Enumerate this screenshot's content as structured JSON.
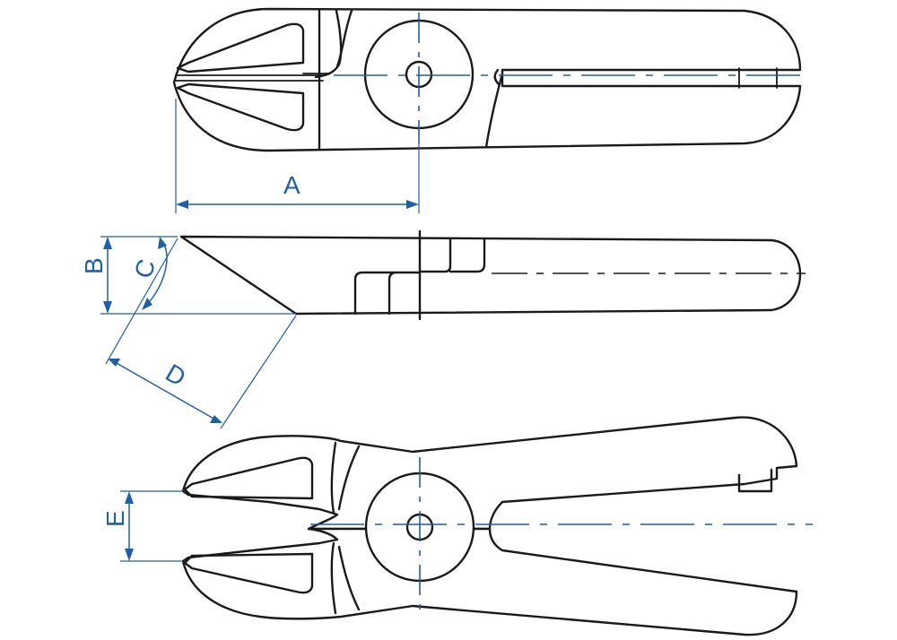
{
  "figure": {
    "dimension_labels": {
      "a": "A",
      "b": "B",
      "c": "C",
      "d": "D",
      "e": "E"
    },
    "colors": {
      "outline": "#1a1a1a",
      "dimension": "#1f5fa8",
      "background": "#ffffff"
    }
  }
}
